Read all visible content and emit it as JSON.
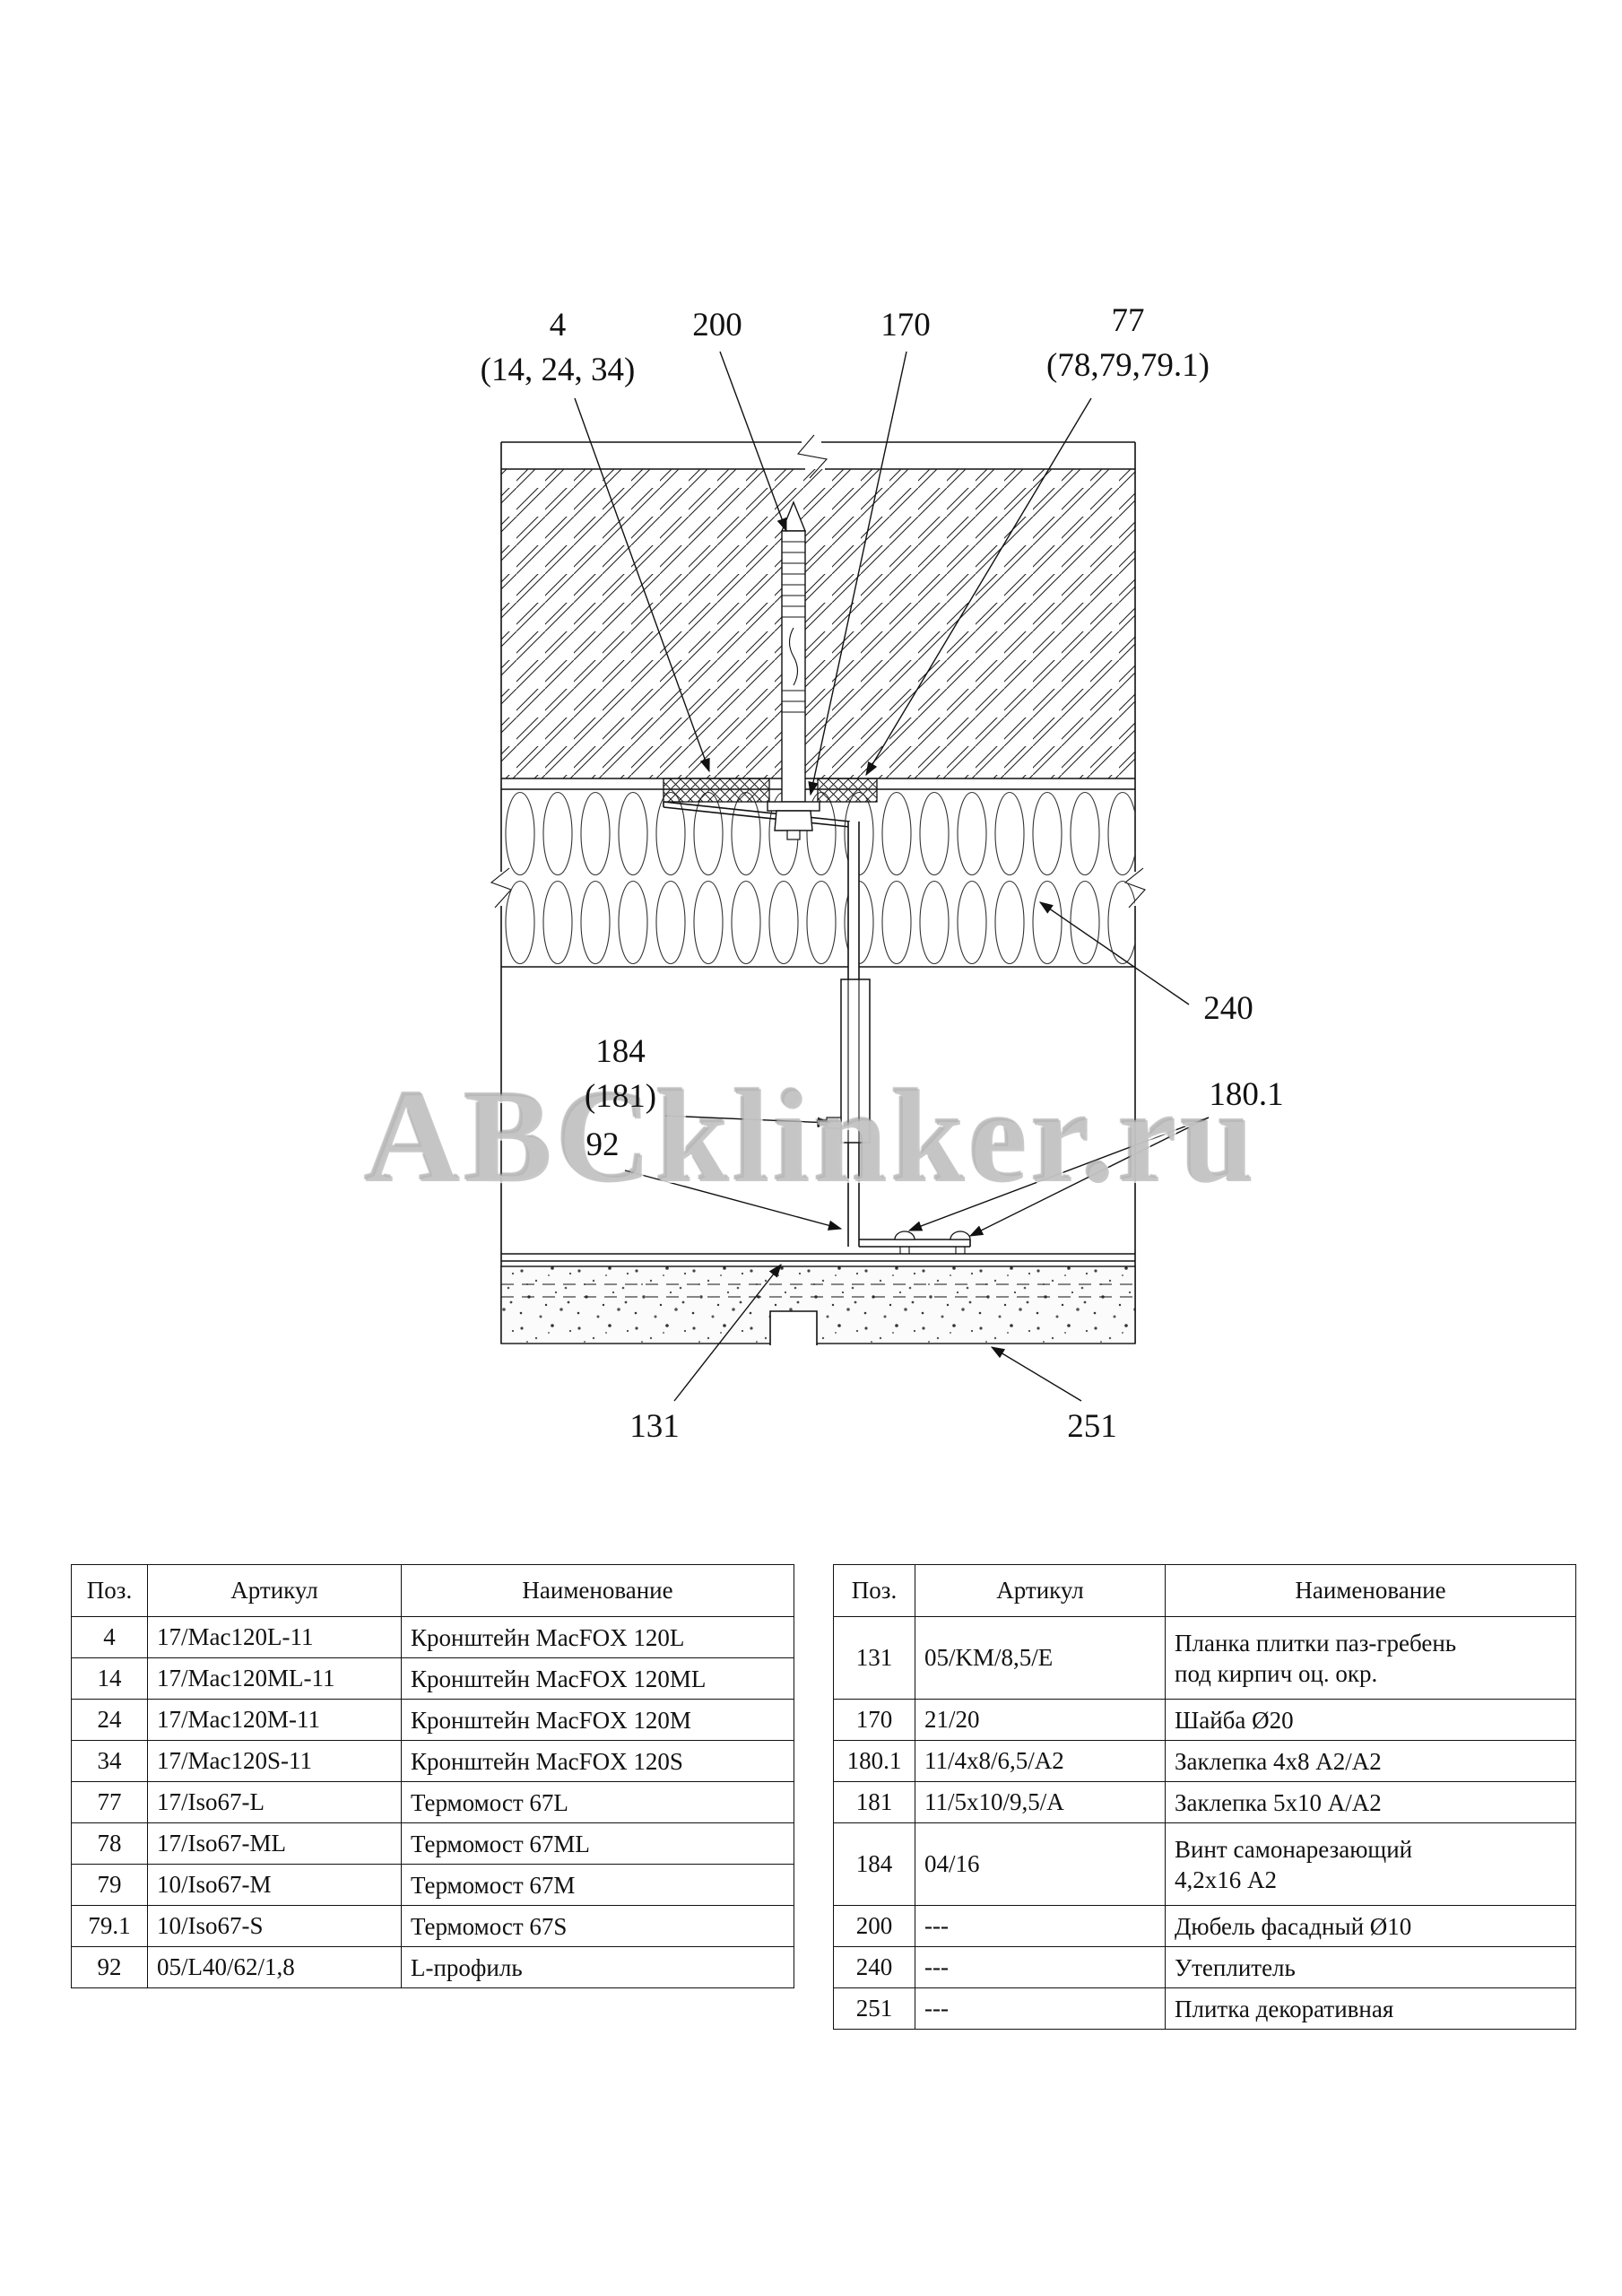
{
  "watermark": "ABCklinker.ru",
  "drawing": {
    "callouts": {
      "bracket": {
        "main": "4",
        "sub": "(14, 24, 34)"
      },
      "dowel": {
        "main": "200"
      },
      "washer": {
        "main": "170"
      },
      "thermo": {
        "main": "77",
        "sub": "(78,79,79.1)"
      },
      "insulation": {
        "main": "240"
      },
      "screw": {
        "main": "184",
        "sub": "(181)"
      },
      "lprofile": {
        "main": "92"
      },
      "rivet": {
        "main": "180.1"
      },
      "plank": {
        "main": "131"
      },
      "tile": {
        "main": "251"
      }
    }
  },
  "tables": {
    "left": {
      "headers": {
        "pos": "Поз.",
        "article": "Артикул",
        "name": "Наименование"
      },
      "rows": [
        {
          "pos": "4",
          "article": "17/Mac120L-11",
          "name": "Кронштейн MacFOX 120L"
        },
        {
          "pos": "14",
          "article": "17/Mac120ML-11",
          "name": "Кронштейн MacFOX 120ML"
        },
        {
          "pos": "24",
          "article": "17/Mac120M-11",
          "name": "Кронштейн MacFOX 120M"
        },
        {
          "pos": "34",
          "article": "17/Mac120S-11",
          "name": "Кронштейн MacFOX 120S"
        },
        {
          "pos": "77",
          "article": "17/Iso67-L",
          "name": "Термомост 67L"
        },
        {
          "pos": "78",
          "article": "17/Iso67-ML",
          "name": "Термомост 67ML"
        },
        {
          "pos": "79",
          "article": "10/Iso67-M",
          "name": "Термомост 67M"
        },
        {
          "pos": "79.1",
          "article": "10/Iso67-S",
          "name": "Термомост 67S"
        },
        {
          "pos": "92",
          "article": "05/L40/62/1,8",
          "name": "L-профиль"
        }
      ]
    },
    "right": {
      "headers": {
        "pos": "Поз.",
        "article": "Артикул",
        "name": "Наименование"
      },
      "rows": [
        {
          "pos": "131",
          "article": "05/KM/8,5/E",
          "name": "Планка плитки паз-гребень\nпод кирпич оц. окр."
        },
        {
          "pos": "170",
          "article": "21/20",
          "name": "Шайба Ø20"
        },
        {
          "pos": "180.1",
          "article": "11/4x8/6,5/A2",
          "name": "Заклепка 4x8 А2/А2"
        },
        {
          "pos": "181",
          "article": "11/5x10/9,5/A",
          "name": "Заклепка 5x10 А/А2"
        },
        {
          "pos": "184",
          "article": "04/16",
          "name": "Винт самонарезающий\n4,2x16 А2"
        },
        {
          "pos": "200",
          "article": "---",
          "name": "Дюбель фасадный Ø10"
        },
        {
          "pos": "240",
          "article": "---",
          "name": "Утеплитель"
        },
        {
          "pos": "251",
          "article": "---",
          "name": "Плитка декоративная"
        }
      ]
    }
  }
}
